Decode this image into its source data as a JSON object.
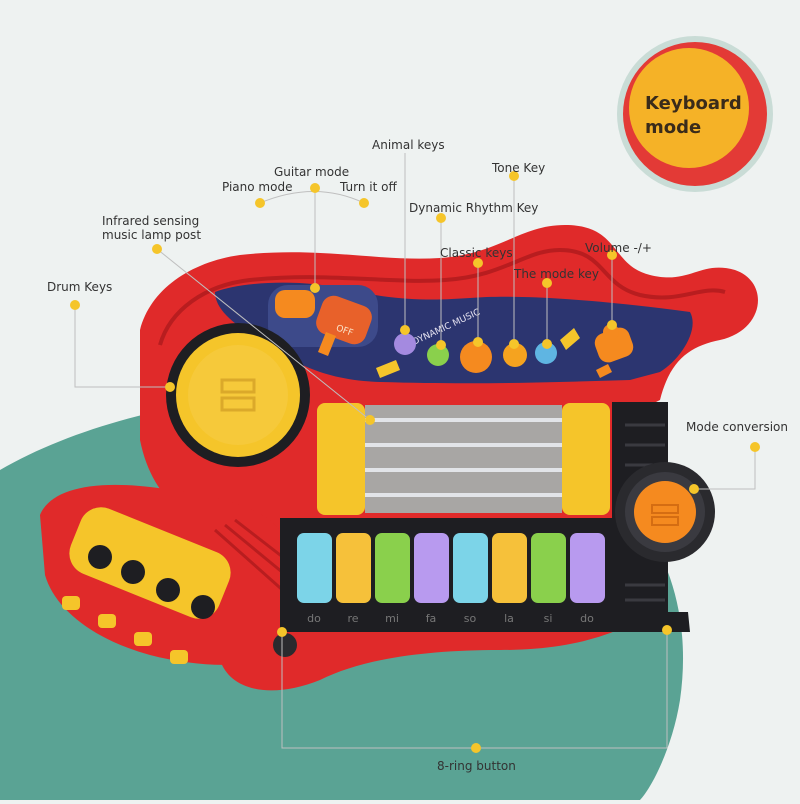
{
  "badge": {
    "text_line1": "Keyboard",
    "text_line2": "mode"
  },
  "callouts": {
    "animal_keys": "Animal keys",
    "guitar_mode": "Guitar mode",
    "piano_mode": "Piano mode",
    "turn_off": "Turn it off",
    "tone_key": "Tone Key",
    "dynamic_rhythm": "Dynamic Rhythm Key",
    "infrared_line1": "Infrared sensing",
    "infrared_line2": "music lamp post",
    "classic_keys": "Classic keys",
    "volume": "Volume -/+",
    "mode_key": "The mode key",
    "drum_keys": "Drum Keys",
    "mode_conversion": "Mode conversion",
    "eight_ring": "8-ring button"
  },
  "panel_text": {
    "dynamic_music": "DYNAMIC MUSIC",
    "off": "OFF"
  },
  "solfege": [
    "do",
    "re",
    "mi",
    "fa",
    "so",
    "la",
    "si",
    "do"
  ],
  "colors": {
    "toy_red": "#e02a2a",
    "toy_red_dark": "#b81d1f",
    "teal_bg": "#5aa394",
    "yellow": "#f5c52a",
    "orange": "#f58a1f",
    "black": "#1e1e22"
  },
  "icons": [
    "drum-icon",
    "orange-button-icon",
    "animal-key-icon",
    "rhythm-key-icon",
    "tone-key-icon",
    "mode-key-icon",
    "bird-icon",
    "volume-slider-icon",
    "music-note-icon",
    "tuning-peg-icon"
  ]
}
